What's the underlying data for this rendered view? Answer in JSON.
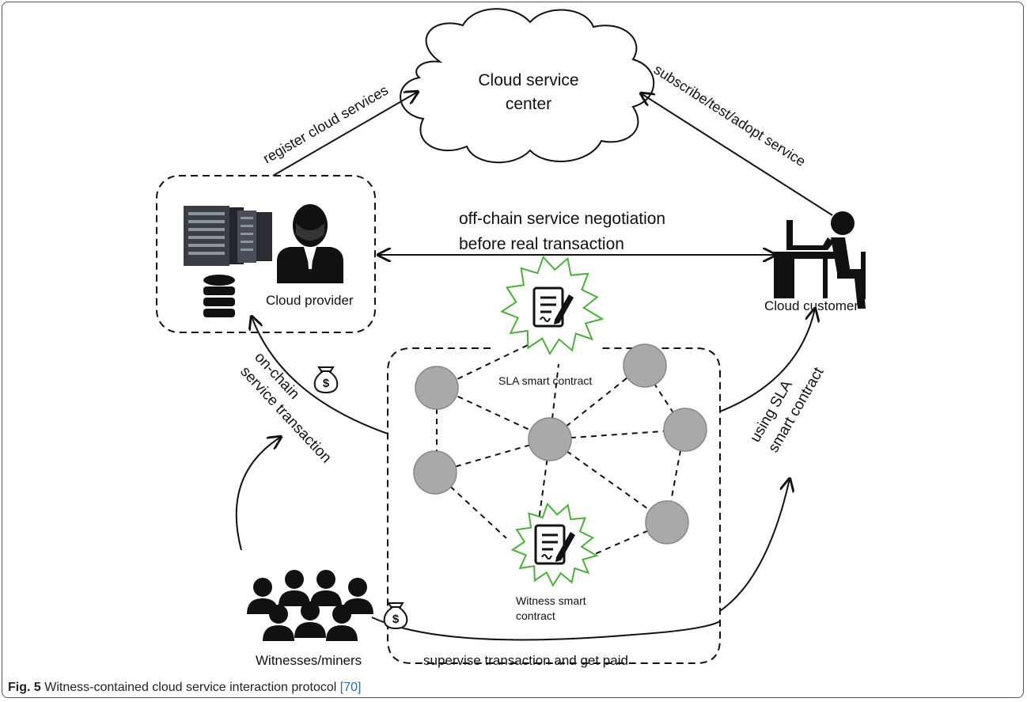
{
  "cloud": {
    "line1": "Cloud service",
    "line2": "center"
  },
  "labels": {
    "register": "register cloud services",
    "subscribe": "subscribe/test/adopt service",
    "negotiation_line1": "off-chain service negotiation",
    "negotiation_line2": "before real transaction",
    "onchain_line1": "on-chain",
    "onchain_line2": "service transaction",
    "using_line1": "using SLA",
    "using_line2": "smart contract",
    "supervise": "supervise transaction and get paid"
  },
  "nodes": {
    "provider": "Cloud provider",
    "customer": "Cloud customer",
    "witnesses": "Witnesses/miners"
  },
  "contracts": {
    "sla": "SLA smart contract",
    "witness_line1": "Witness smart",
    "witness_line2": "contract"
  },
  "caption": {
    "label": "Fig. 5",
    "text": " Witness-contained cloud service interaction protocol ",
    "ref": "[70]"
  },
  "colors": {
    "node_fill": "#a9a9a9",
    "burst_stroke": "#4caf3a",
    "line": "#111111"
  },
  "icons": [
    "server-rack-icon",
    "database-icon",
    "businessman-icon",
    "desk-user-icon",
    "money-bag-icon",
    "contract-document-icon",
    "crowd-icon"
  ]
}
